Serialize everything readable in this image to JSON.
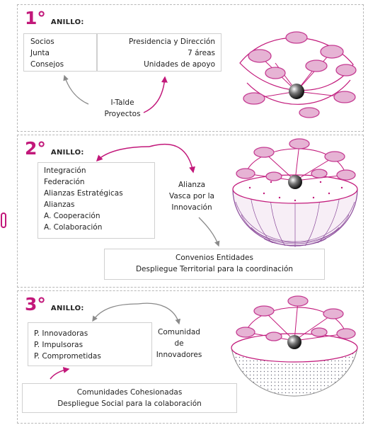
{
  "rings": [
    {
      "number": "1°",
      "label": "ANILLO:",
      "left_items": [
        "Socios",
        "Junta",
        "Consejos"
      ],
      "right_items": [
        "Presidencia y Dirección",
        "7 áreas",
        "Unidades de apoyo"
      ],
      "bottom_items": [
        "I-Talde",
        "Proyectos"
      ]
    },
    {
      "number": "2°",
      "label": "ANILLO:",
      "list_items": [
        "Integración",
        "Federación",
        "Alianzas Estratégicas",
        "Alianzas",
        "A. Cooperación",
        "A. Colaboración"
      ],
      "center_text": [
        "Alianza",
        "Vasca por la",
        "Innovación"
      ],
      "bottom_items": [
        "Convenios Entidades",
        "Despliegue Territorial para la coordinación"
      ]
    },
    {
      "number": "3°",
      "label": "ANILLO:",
      "list_items": [
        "P. Innovadoras",
        "P. Impulsoras",
        "P. Comprometidas"
      ],
      "center_text": [
        "Comunidad",
        "de",
        "Innovadores"
      ],
      "bottom_items": [
        "Comunidades Cohesionadas",
        "Despliegue Social para la colaboración"
      ]
    }
  ],
  "colors": {
    "accent": "#c2187a",
    "node": "#c53b92",
    "grid": "#8a4a9a",
    "border": "#b8b8b8"
  }
}
